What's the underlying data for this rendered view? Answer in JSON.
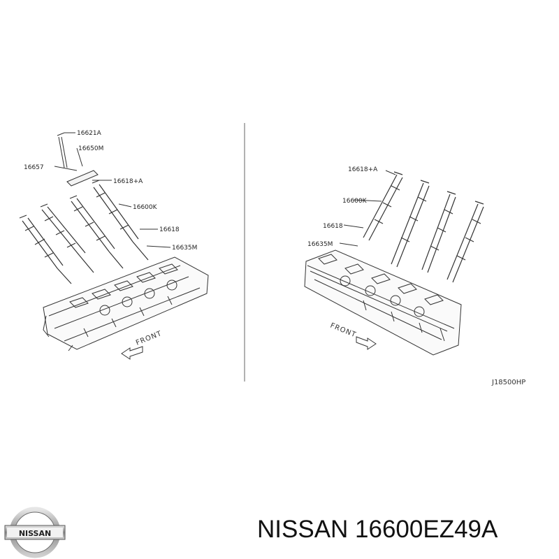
{
  "brand": {
    "logo_text": "NISSAN",
    "title": "NISSAN 16600EZ49A"
  },
  "diagram": {
    "ref_code": "J18500HP",
    "left_view": {
      "callouts": [
        "16621A",
        "16650M",
        "16657",
        "16618+A",
        "16600K",
        "16618",
        "16635M"
      ],
      "front_label": "FRONT"
    },
    "right_view": {
      "callouts": [
        "16618+A",
        "16600K",
        "16618",
        "16635M"
      ],
      "front_label": "FRONT"
    }
  },
  "colors": {
    "line": "#333333",
    "text": "#111111",
    "background": "#ffffff"
  }
}
